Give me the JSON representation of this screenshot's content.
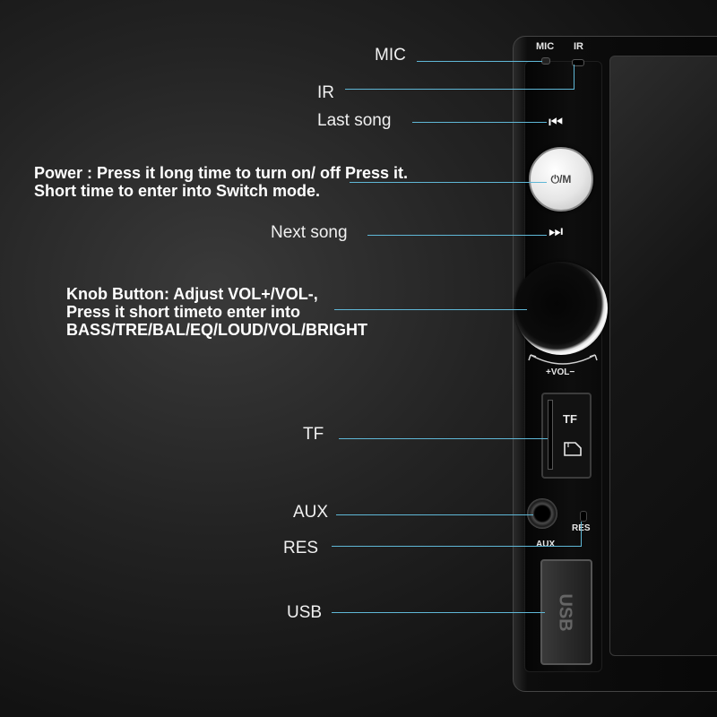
{
  "labels": {
    "mic": "MIC",
    "ir": "IR",
    "last_song": "Last song",
    "power_line1": "Power : Press it long time to turn on/ off Press it.",
    "power_line2": "Short time to enter into Switch mode.",
    "next_song": "Next song",
    "knob_line1": "Knob Button: Adjust VOL+/VOL-,",
    "knob_line2": "Press it short timeto enter into",
    "knob_line3": "BASS/TRE/BAL/EQ/LOUD/VOL/BRIGHT",
    "tf": "TF",
    "aux": "AUX",
    "res": "RES",
    "usb": "USB"
  },
  "device": {
    "mic_mark": "MIC",
    "ir_mark": "IR",
    "prev_glyph": "⏮",
    "next_glyph": "⏭",
    "power_btn_text": "⏻/M",
    "vol_arc_text": "+VOL−",
    "tf_mark": "TF",
    "aux_mark": "AUX",
    "res_mark": "RES",
    "usb_mark": "USB"
  },
  "colors": {
    "leader_line": "#5fb7d6",
    "background": "#1c1c1c"
  }
}
